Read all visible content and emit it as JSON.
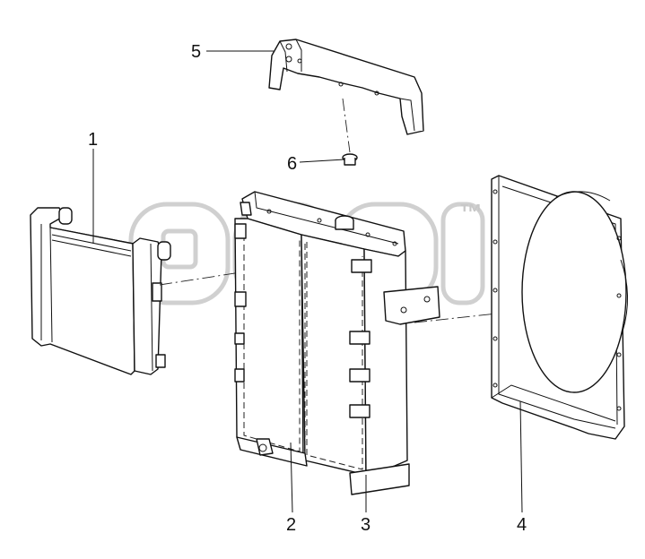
{
  "callouts": [
    {
      "id": "1",
      "label": "1"
    },
    {
      "id": "2",
      "label": "2"
    },
    {
      "id": "3",
      "label": "3"
    },
    {
      "id": "4",
      "label": "4"
    },
    {
      "id": "5",
      "label": "5"
    },
    {
      "id": "6",
      "label": "6"
    }
  ],
  "watermark": {
    "mark": "™"
  },
  "colors": {
    "line": "#111111",
    "watermark": "#c8c8c8",
    "background": "#ffffff"
  }
}
